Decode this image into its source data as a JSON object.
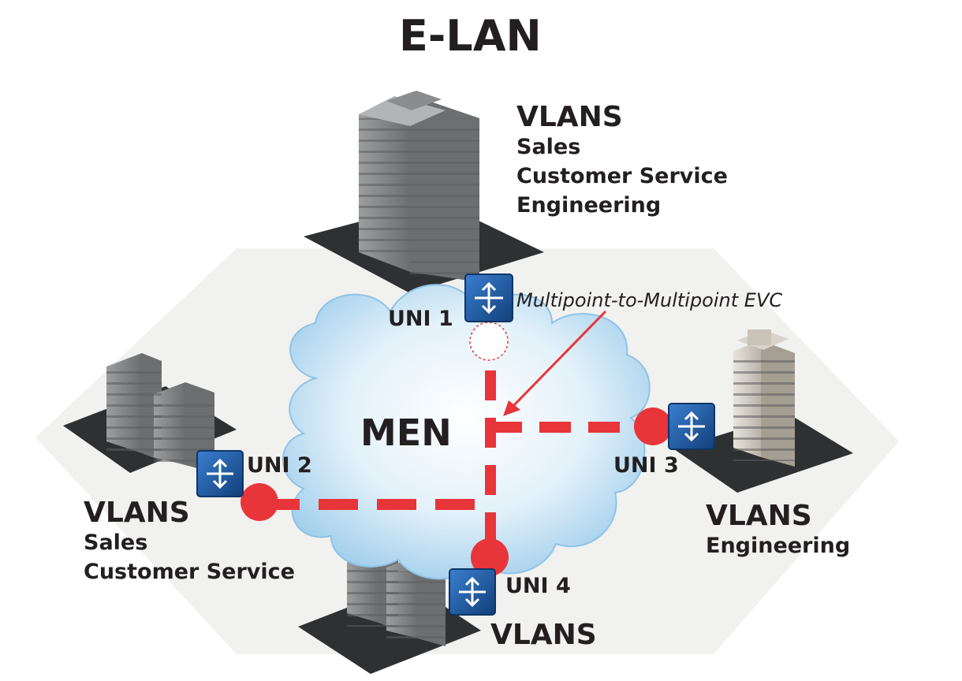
{
  "title": "E-LAN",
  "network_label": "MEN",
  "evc_label": "Multipoint-to-Multipoint EVC",
  "sites": [
    {
      "uni": "UNI 1",
      "vlans_heading": "VLANS",
      "vlans": [
        "Sales",
        "Customer Service",
        "Engineering"
      ]
    },
    {
      "uni": "UNI 2",
      "vlans_heading": "VLANS",
      "vlans": [
        "Sales",
        "Customer Service"
      ]
    },
    {
      "uni": "UNI 3",
      "vlans_heading": "VLANS",
      "vlans": [
        "Engineering"
      ]
    },
    {
      "uni": "UNI 4",
      "vlans_heading": "VLANS",
      "vlans": []
    }
  ],
  "colors": {
    "evc_line": "#e8353a",
    "cloud": "#cfe6f5",
    "cloud_edge": "#8fc3e6",
    "switch": "#1f5fa8",
    "hexagon": "#f1f1f0",
    "building": "#8a8b8d",
    "text": "#231f20"
  },
  "icons": [
    "building-icon",
    "switch-icon",
    "cloud-icon",
    "uni-endpoint-icon"
  ]
}
